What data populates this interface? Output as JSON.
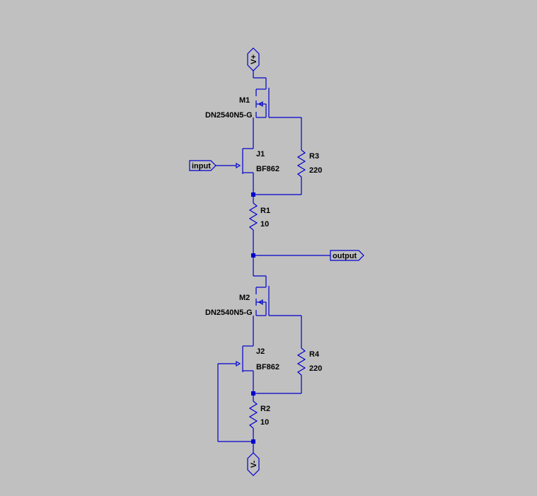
{
  "colors": {
    "background": "#c0c0c0",
    "wire": "#0000cc",
    "text": "#000000"
  },
  "flags": {
    "vplus": "V+",
    "vminus": "V-",
    "input": "input",
    "output": "output"
  },
  "components": {
    "m1": {
      "ref": "M1",
      "model": "DN2540N5-G"
    },
    "j1": {
      "ref": "J1",
      "model": "BF862"
    },
    "r3": {
      "ref": "R3",
      "value": "220"
    },
    "r1": {
      "ref": "R1",
      "value": "10"
    },
    "m2": {
      "ref": "M2",
      "model": "DN2540N5-G"
    },
    "j2": {
      "ref": "J2",
      "model": "BF862"
    },
    "r4": {
      "ref": "R4",
      "value": "220"
    },
    "r2": {
      "ref": "R2",
      "value": "10"
    }
  }
}
